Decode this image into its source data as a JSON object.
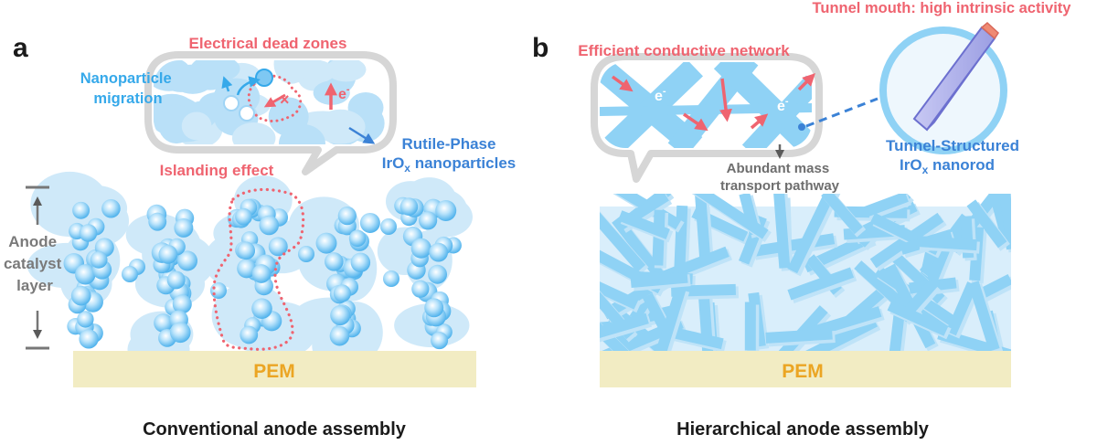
{
  "colors": {
    "accent_red": "#ef6470",
    "label_blue": "#36a9ea",
    "nanorod_blue": "#3b82d6",
    "rod_fill": "#8fd2f5",
    "haze_fill": "#cfe9f9",
    "pem_fill": "#f2ecc3",
    "pem_label": "#eba523",
    "text_gray": "#7a7a7a"
  },
  "panel_a": {
    "panel_letter": "a",
    "bubble_title": "Electrical dead zones",
    "migration_label": [
      "Nanoparticle",
      "migration"
    ],
    "electron_label": "e",
    "electron_sup": "-",
    "nanoparticle_label_line1": "Rutile-Phase",
    "nanoparticle_label_line2_pre": "IrO",
    "nanoparticle_label_line2_sub": "x",
    "nanoparticle_label_line2_post": " nanoparticles",
    "islanding_label": "Islanding effect",
    "layer_label": [
      "Anode",
      "catalyst",
      "layer"
    ],
    "pem_label": "PEM",
    "caption": "Conventional anode assembly"
  },
  "panel_b": {
    "panel_letter": "b",
    "bubble_title": "Efficient conductive network",
    "electron_label": "e",
    "electron_sup": "-",
    "transport_label": [
      "Abundant mass",
      "transport pathway"
    ],
    "tunnel_mouth_label": "Tunnel mouth: high intrinsic activity",
    "nanorod_label_line1": "Tunnel-Structured",
    "nanorod_label_line2_pre": "IrO",
    "nanorod_label_line2_sub": "x",
    "nanorod_label_line2_post": " nanorod",
    "pem_label": "PEM",
    "caption": "Hierarchical anode assembly"
  }
}
